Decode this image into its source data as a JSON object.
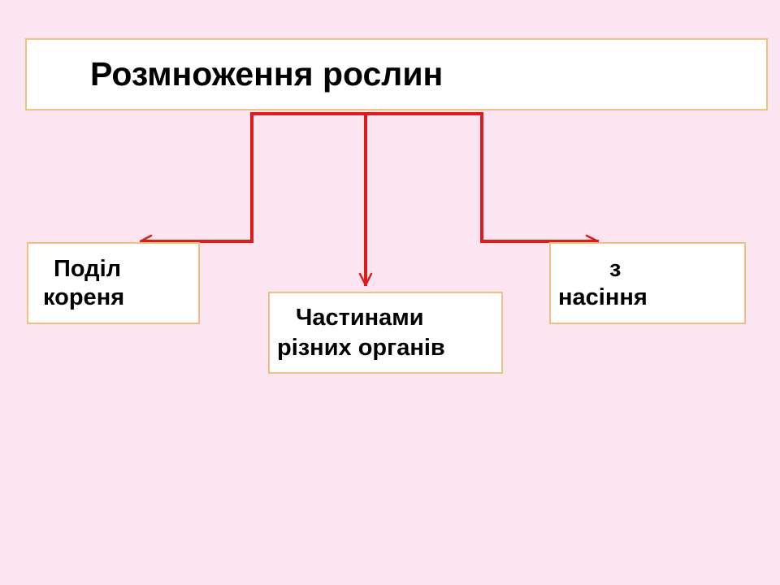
{
  "title": "Розмноження рослин",
  "boxes": {
    "root_division": {
      "line1": "Поділ",
      "line2": "кореня"
    },
    "organ_parts": {
      "line1": "Частинами",
      "line2": "різних органів"
    },
    "from_seeds": {
      "line1": "з",
      "line2": "насіння"
    }
  },
  "colors": {
    "background": "#fde4f1",
    "box_border": "#f0c080",
    "connector": "#dd1c1c"
  }
}
